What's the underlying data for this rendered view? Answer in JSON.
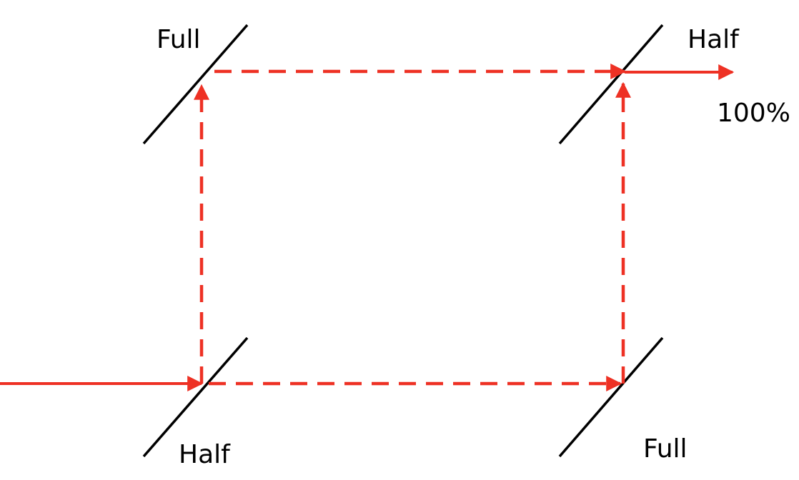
{
  "colors": {
    "beam": "#ee3124",
    "mirror": "#000000"
  },
  "labels": {
    "top_left_mirror": "Full",
    "top_right_mirror": "Half",
    "bottom_left_mirror": "Half",
    "bottom_right_mirror": "Full",
    "output": "100%"
  }
}
